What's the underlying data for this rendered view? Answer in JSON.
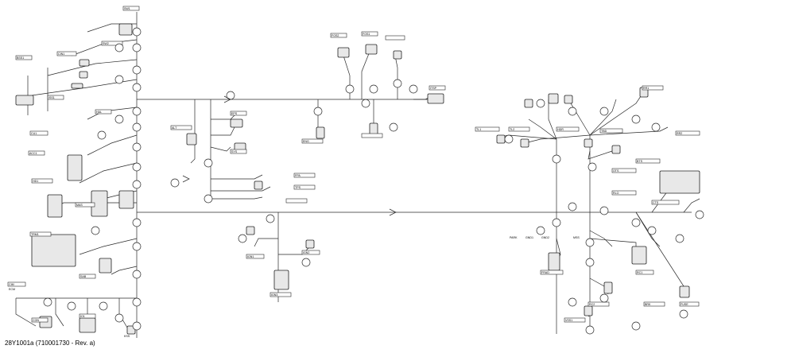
{
  "drawing": {
    "reference": "28Y1001a (710001730 - Rev. a)"
  },
  "connector_labels": {
    "left_top": [
      "SW1",
      "SW2",
      "CIN1",
      "BSS1",
      "ISS1",
      "HAL",
      "CU1",
      "ACC1"
    ],
    "left_mid": [
      "HD1",
      "MAS",
      "TRM1",
      "SAB"
    ],
    "left_low": [
      "CIM",
      "CON",
      "IO1",
      "KSS",
      "ECM"
    ],
    "center_top": [
      "FOS2",
      "FOS1",
      "ITSP"
    ],
    "center_mid": [
      "EPS",
      "ALT",
      "SYS",
      "FPA",
      "ENG"
    ],
    "center_low": [
      "IGN1",
      "IGN2",
      "IGN3",
      "TPS"
    ],
    "right_top": [
      "TL1",
      "TL2",
      "HDR",
      "TBD",
      "RR1",
      "RR2"
    ],
    "right_mid": [
      "OTS",
      "BTS",
      "CTS",
      "RLO",
      "FRAD",
      "RC1",
      "RC2"
    ],
    "right_low": [
      "VSS1",
      "BRK",
      "FUSE",
      "PARK",
      "GND1",
      "GND2",
      "MSS"
    ]
  },
  "colors": {
    "line": "#2a2a2a",
    "component_fill": "#e8e8e8",
    "component_stroke": "#222222",
    "callout_fill": "#ffffff"
  }
}
